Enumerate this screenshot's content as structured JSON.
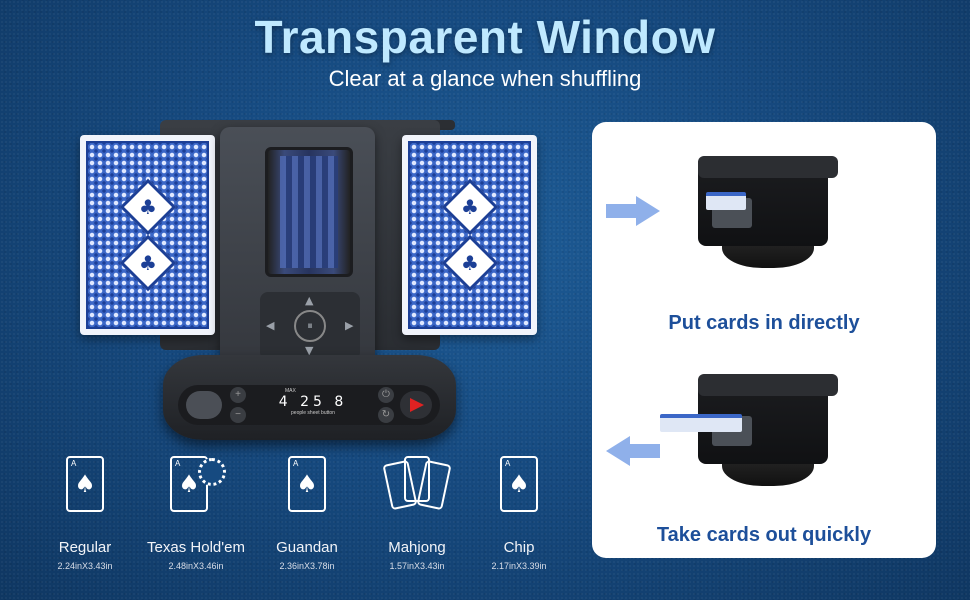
{
  "header": {
    "title": "Transparent Window",
    "subtitle": "Clear at a glance when shuffling"
  },
  "device_display": {
    "max_label": "MAX",
    "values": "4  25  8",
    "labels": "people  sheet  button"
  },
  "insets": {
    "put_caption": "Put cards in directly",
    "take_caption": "Take cards out quickly"
  },
  "card_types": [
    {
      "name": "Regular",
      "size": "2.24inX3.43in"
    },
    {
      "name": "Texas Hold'em",
      "size": "2.48inX3.46in"
    },
    {
      "name": "Guandan",
      "size": "2.36inX3.78in"
    },
    {
      "name": "Mahjong",
      "size": "1.57inX3.43in"
    },
    {
      "name": "Chip",
      "size": "2.17inX3.39in"
    }
  ],
  "colors": {
    "background": "#164a80",
    "title": "#bfe9ff",
    "caption": "#1d4f9a",
    "arrow": "#8fb0ea",
    "start_button": "#e12222"
  },
  "icons": [
    "spade-card-icon",
    "poker-chip-icon",
    "mahjong-tiles-icon",
    "arrow-right-icon",
    "arrow-left-icon"
  ]
}
